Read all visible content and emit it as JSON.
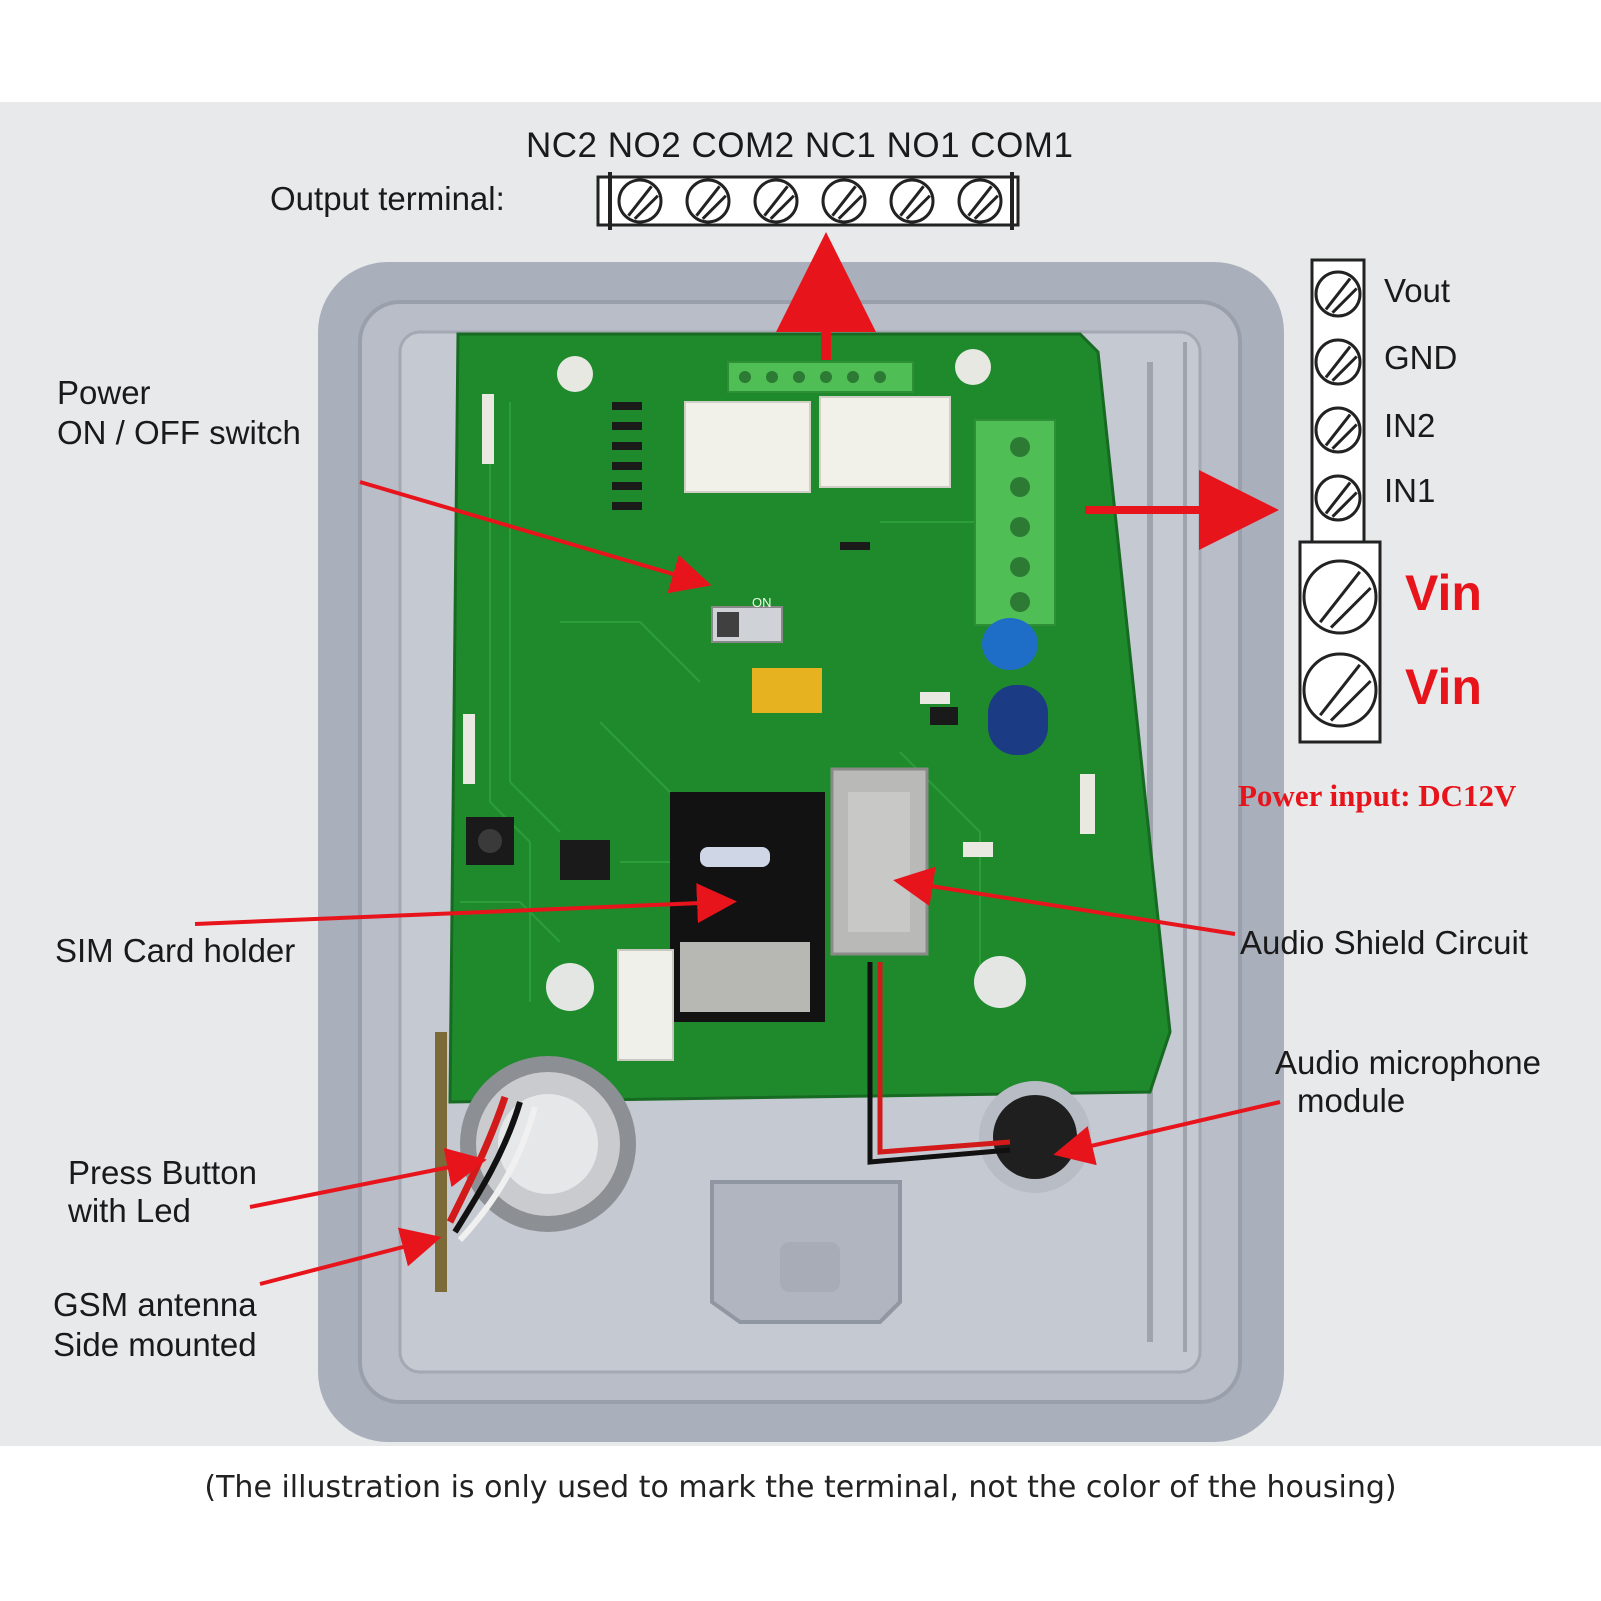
{
  "output_terminal": {
    "label": "Output terminal:",
    "pins": [
      "NC2",
      "NO2",
      "COM2",
      "NC1",
      "NO1",
      "COM1"
    ]
  },
  "right_terminal": {
    "pins": [
      "Vout",
      "GND",
      "IN2",
      "IN1"
    ],
    "vin1": "Vin",
    "vin2": "Vin",
    "power_input": "Power input: DC12V"
  },
  "labels": {
    "power_switch_line1": "Power",
    "power_switch_line2": "ON / OFF switch",
    "sim_card_holder": "SIM Card holder",
    "audio_shield": "Audio Shield Circuit",
    "mic_line1": "Audio microphone",
    "mic_line2": "module",
    "press_button_line1": "Press Button",
    "press_button_line2": "with Led",
    "gsm_line1": "GSM antenna",
    "gsm_line2": "Side mounted",
    "switch_on": "ON"
  },
  "caption": "(The illustration is only used to mark the terminal, not the color of the housing)",
  "colors": {
    "pcb": "#1f8a2c",
    "housing": "#a9afbb",
    "arrow": "#e8141c",
    "terminal_block": "#4fbf55"
  }
}
